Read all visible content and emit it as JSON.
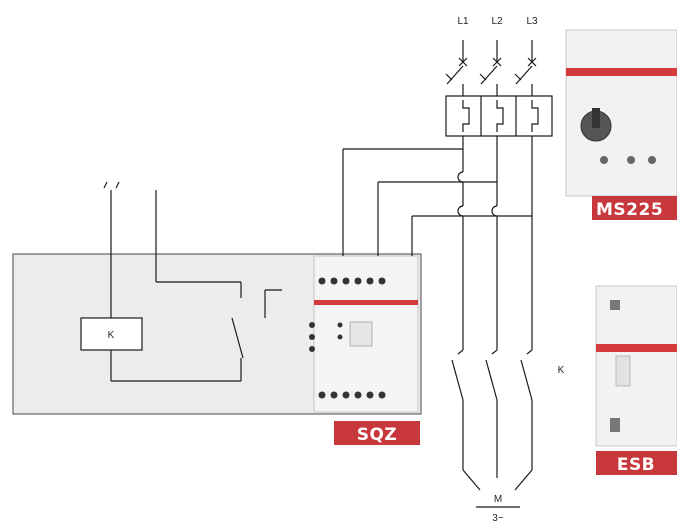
{
  "phases": {
    "l1": "L1",
    "l2": "L2",
    "l3": "L3"
  },
  "relay": {
    "coil_label": "K"
  },
  "contactor": {
    "label": "K"
  },
  "motor": {
    "label": "M",
    "sub_label": "3~"
  },
  "products": {
    "sqz": "SQZ",
    "ms225": "MS225",
    "esb": "ESB"
  },
  "colors": {
    "badge": "#c8373b",
    "panel": "#ececec",
    "wire": "#1a1a1a"
  }
}
